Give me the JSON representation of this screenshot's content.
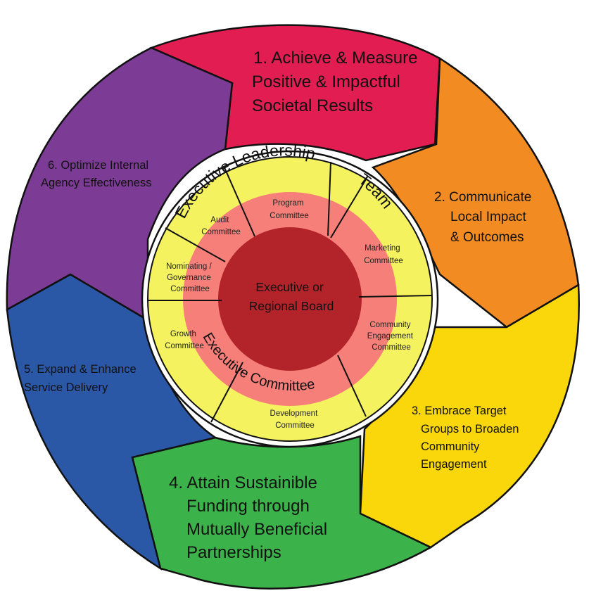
{
  "colors": {
    "seg1": "#e21d51",
    "seg2": "#f28b22",
    "seg3": "#f9d70a",
    "seg4": "#3bb34a",
    "seg5": "#2a57a6",
    "seg6": "#7c3b95",
    "ring_outer": "#f4f25e",
    "ring_middle": "#f77f7a",
    "core": "#b2242a"
  },
  "segments": [
    {
      "lines": [
        "1. Achieve & Measure",
        "Positive & Impactful",
        "Societal Results"
      ]
    },
    {
      "lines": [
        "2. Communicate",
        "Local Impact",
        "&  Outcomes"
      ]
    },
    {
      "lines": [
        "3. Embrace Target",
        "Groups to Broaden",
        "Community",
        "Engagement"
      ]
    },
    {
      "lines": [
        "4. Attain Sustainible",
        "Funding through",
        "Mutually Beneficial",
        "Partnerships"
      ]
    },
    {
      "lines": [
        "5. Expand & Enhance",
        "Service Delivery"
      ]
    },
    {
      "lines": [
        "6. Optimize Internal",
        "Agency Effectiveness"
      ]
    }
  ],
  "outer_ring_labels": {
    "top": "Executive Leadership",
    "top_right": "Team",
    "bottom": "Executive Committee"
  },
  "committees": {
    "program": [
      "Program",
      "Committee"
    ],
    "audit": [
      "Audit",
      "Committee"
    ],
    "marketing": [
      "Marketing",
      "Committee"
    ],
    "nominating": [
      "Nominating /",
      "Governance",
      "Committee"
    ],
    "community": [
      "Community",
      "Engagement",
      "Committee"
    ],
    "growth": [
      "Growth",
      "Committee"
    ],
    "development": [
      "Development",
      "Committee"
    ]
  },
  "center": [
    "Executive or",
    "Regional Board"
  ]
}
